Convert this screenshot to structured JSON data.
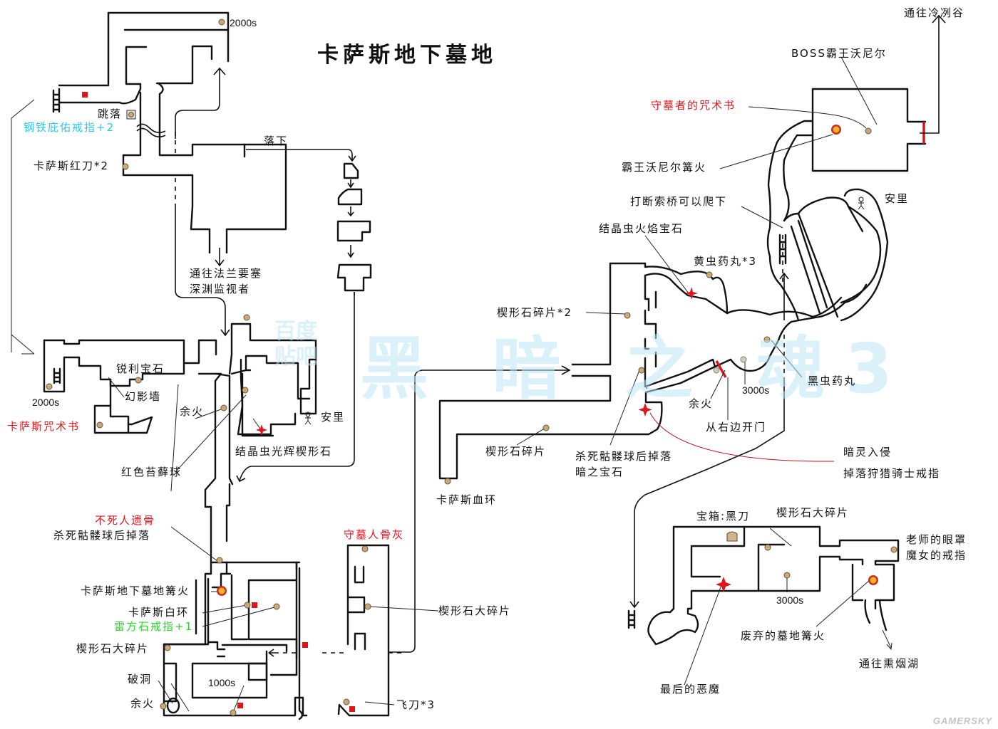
{
  "title": "卡萨斯地下墓地",
  "watermark": {
    "small_line1": "百度",
    "small_line2": "贴吧",
    "large": "黑 暗 之 魂3"
  },
  "brand": "GAMERSKY",
  "colors": {
    "wall": "#111111",
    "item": "#c8a97a",
    "enemy": "#e0141c",
    "bonfire": "#f0a020",
    "red_label": "#e8141c",
    "cyan_label": "#29c8ee",
    "green_label": "#29d629",
    "door": "#d4141c"
  },
  "labels": {
    "souls_top": "2000s",
    "jump_down": "跳落",
    "iron_ring": "钢铁庇佑戒指+2",
    "red_blade": "卡萨斯红刀*2",
    "drop_down": "落下",
    "to_farron_1": "通往法兰要塞",
    "to_farron_2": "深渊监视者",
    "sharp_gem": "锐利宝石",
    "illusory_wall": "幻影墙",
    "souls_left": "2000s",
    "carthus_pyromancy": "卡萨斯咒术书",
    "ember_1": "余火",
    "anri_1": "安里",
    "crystal_lizard_twinkling": "结晶虫光辉楔形石",
    "red_moss": "红色苔藓球",
    "undead_bone": "不死人遗骨",
    "skull_drop_1": "杀死骷髅球后掉落",
    "carthus_bonfire": "卡萨斯地下墓地篝火",
    "carthus_milkring": "卡萨斯白环",
    "lightning_ring": "雷方石戒指+1",
    "large_titanite_1": "楔形石大碎片",
    "hole": "破洞",
    "ember_2": "余火",
    "souls_1000": "1000s",
    "grave_ash": "守墓人骨灰",
    "large_titanite_2": "楔形石大碎片",
    "throwing_knife": "飞刀*3",
    "titanite_shard_2": "楔形石碎片*2",
    "titanite_shard_1": "楔形石碎片",
    "carthus_bloodring": "卡萨斯血环",
    "skull_drop_2a": "杀死骷髅球后掉落",
    "skull_drop_2b": "暗之宝石",
    "crystal_lizard_fire": "结晶虫火焰宝石",
    "yellow_bug_pellet": "黄虫药丸*3",
    "ember_3": "余火",
    "open_right": "从右边开门",
    "souls_3000_a": "3000s",
    "black_bug_pellet": "黑虫药丸",
    "dark_spirit_1": "暗灵入侵",
    "dark_spirit_2": "掉落狩猎骑士戒指",
    "to_irithyll": "通往冷冽谷",
    "boss": "BOSS霸王沃尼尔",
    "grave_warden_pyro": "守墓者的咒术书",
    "wolnir_bonfire": "霸王沃尼尔篝火",
    "break_bridge": "打断索桥可以爬下",
    "anri_2": "安里",
    "chest_black_blade": "宝箱:黑刀",
    "large_titanite_3": "楔形石大碎片",
    "souls_3000_b": "3000s",
    "teacher_blindfold": "老师的眼罩",
    "witch_ring": "魔女的戒指",
    "abandoned_bonfire": "废弃的墓地篝火",
    "to_smouldering_lake": "通往熏烟湖",
    "old_demon": "最后的恶魔"
  }
}
